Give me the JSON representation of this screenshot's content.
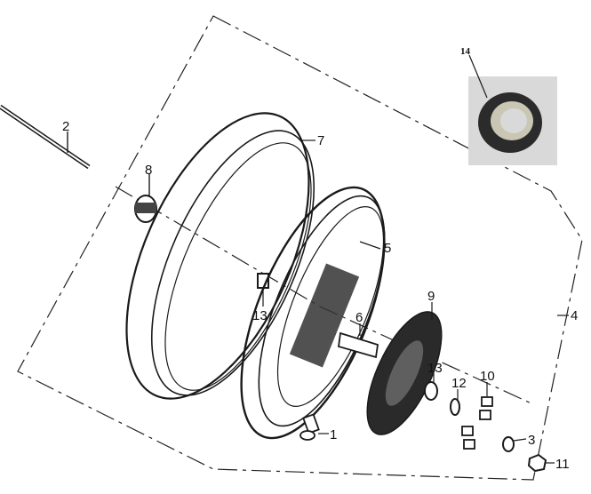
{
  "callouts": {
    "c1": "1",
    "c2": "2",
    "c3": "3",
    "c4": "4",
    "c5": "5",
    "c6": "6",
    "c7": "7",
    "c8": "8",
    "c9": "9",
    "c10": "10",
    "c11": "11",
    "c12": "12",
    "c13a": "13",
    "c13b": "13",
    "c14": "14"
  },
  "colors": {
    "ink": "#1a1a1a",
    "photo_bg": "#d9d9d9",
    "seal_outer": "#2b2b2b",
    "seal_inner": "#c9c7b4"
  }
}
